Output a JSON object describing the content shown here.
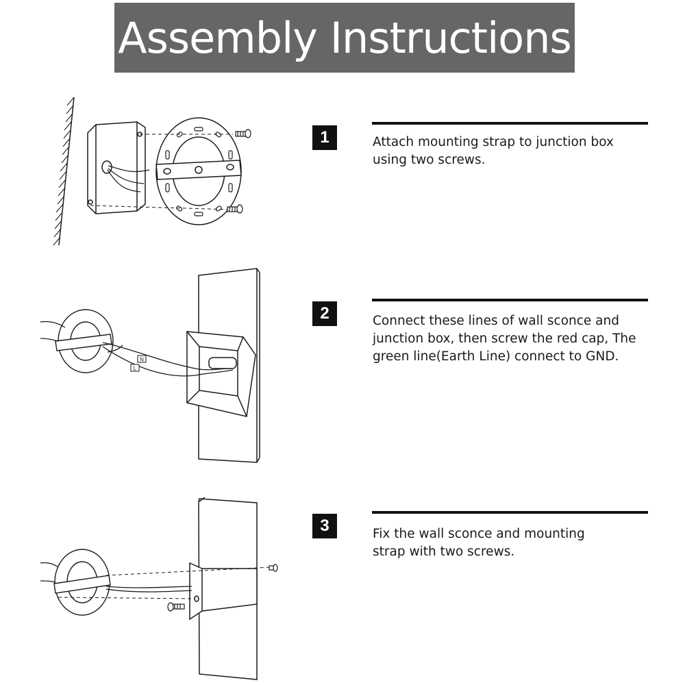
{
  "title": "Assembly Instructions",
  "steps": [
    {
      "number": "1",
      "text": "Attach mounting strap to junction box using two screws."
    },
    {
      "number": "2",
      "text": "Connect these lines of wall sconce and junction box, then screw the red cap, The green line(Earth Line) connect to GND."
    },
    {
      "number": "3",
      "text": "Fix the wall sconce and mounting strap with two screws."
    }
  ],
  "wire_labels": {
    "neutral": "N",
    "live": "L"
  },
  "colors": {
    "title_bg": "#666666",
    "badge_bg": "#111111",
    "line": "#1a1a1a"
  }
}
